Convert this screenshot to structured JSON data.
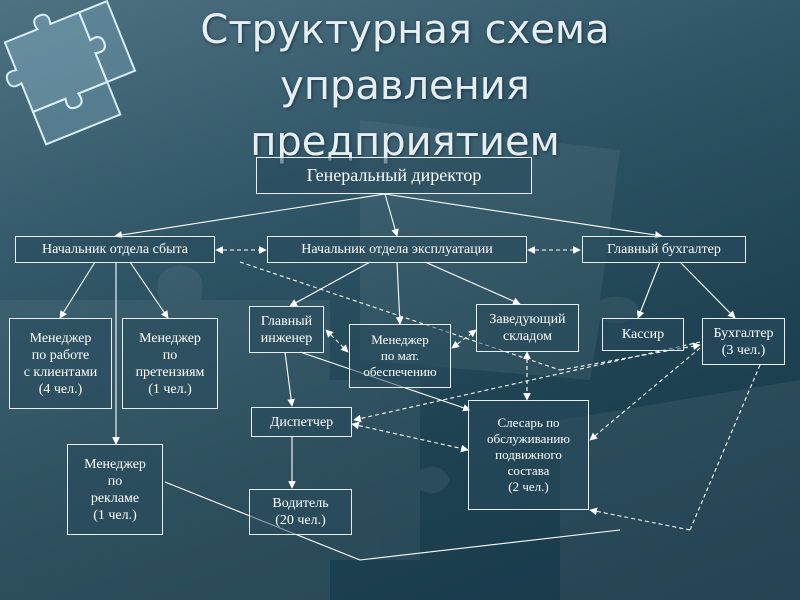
{
  "title_lines": [
    "Структурная схема",
    "управления",
    "предприятием"
  ],
  "boxes": {
    "director": "Генеральный директор",
    "sales_head": "Начальник отдела сбыта",
    "ops_head": "Начальник отдела эксплуатации",
    "chief_accountant": "Главный бухгалтер",
    "mgr_clients": [
      "Менеджер",
      "по работе",
      "с клиентами",
      "(4 чел.)"
    ],
    "mgr_claims": [
      "Менеджер",
      "по",
      "претензиям",
      "(1 чел.)"
    ],
    "mgr_ads": [
      "Менеджер",
      "по",
      "рекламе",
      "(1 чел.)"
    ],
    "chief_engineer": [
      "Главный",
      "инженер"
    ],
    "mgr_supply": [
      "Менеджер",
      "по мат.",
      "обеспечению"
    ],
    "warehouse_head": [
      "Заведующий",
      "складом"
    ],
    "cashier": "Кассир",
    "accountant": [
      "Бухгалтер",
      "(3 чел.)"
    ],
    "dispatcher": "Диспетчер",
    "mechanic": [
      "Слесарь по",
      "обслуживанию",
      "подвижного",
      "состава",
      "(2 чел.)"
    ],
    "driver": [
      "Водитель",
      "(20 чел.)"
    ]
  },
  "colors": {
    "border": "#e8eef2",
    "text": "#ffffff",
    "title": "#e6eef2"
  },
  "icons": {
    "decoration": "puzzle-pieces-icon"
  }
}
